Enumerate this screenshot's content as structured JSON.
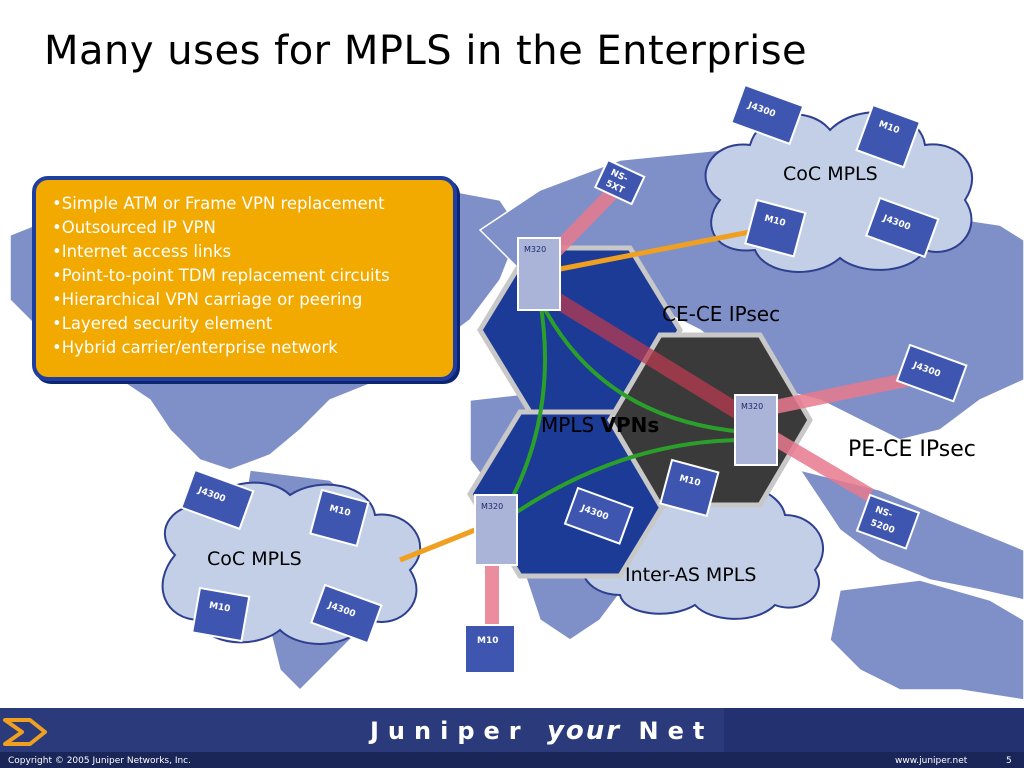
{
  "slide": {
    "title": "Many uses for MPLS in the Enterprise",
    "slide_number": "5"
  },
  "bullets": [
    "•Simple ATM or Frame VPN replacement",
    "•Outsourced IP VPN",
    "•Internet access links",
    "•Point-to-point TDM replacement circuits",
    "•Hierarchical VPN carriage or peering",
    "•Layered security element",
    "•Hybrid carrier/enterprise network"
  ],
  "diagram_labels": {
    "coc_mpls_top": "CoC MPLS",
    "ce_ce_ipsec": "CE-CE IPsec",
    "mpls_prefix": "MPLS ",
    "mpls_vpns": "VPNs",
    "pe_ce_ipsec": "PE-CE IPsec",
    "coc_mpls_bottom": "CoC MPLS",
    "inter_as_mpls": "Inter-AS MPLS"
  },
  "devices": {
    "j4300": "J4300",
    "m10": "M10",
    "m320": "M320",
    "ns5xt_line1": "NS-",
    "ns5xt_line2": "5XT",
    "ns5200_line1": "NS-",
    "ns5200_line2": "5200"
  },
  "footer": {
    "brand_left": "Juniper",
    "brand_mid": "your",
    "brand_right": "Net",
    "copyright": "Copyright © 2005 Juniper Networks, Inc.",
    "website": "www.juniper.net"
  },
  "colors": {
    "map_land": "#7f8fc8",
    "cloud": "#c3cfe6",
    "hex_blue": "#1c3b96",
    "hex_dark": "#3a3a3a",
    "link_green": "#2aa02a",
    "link_orange": "#f0a020",
    "tunnel_pink": "#e87a8e",
    "box_fill": "#f2a900",
    "footer": "#2b3a7a"
  }
}
